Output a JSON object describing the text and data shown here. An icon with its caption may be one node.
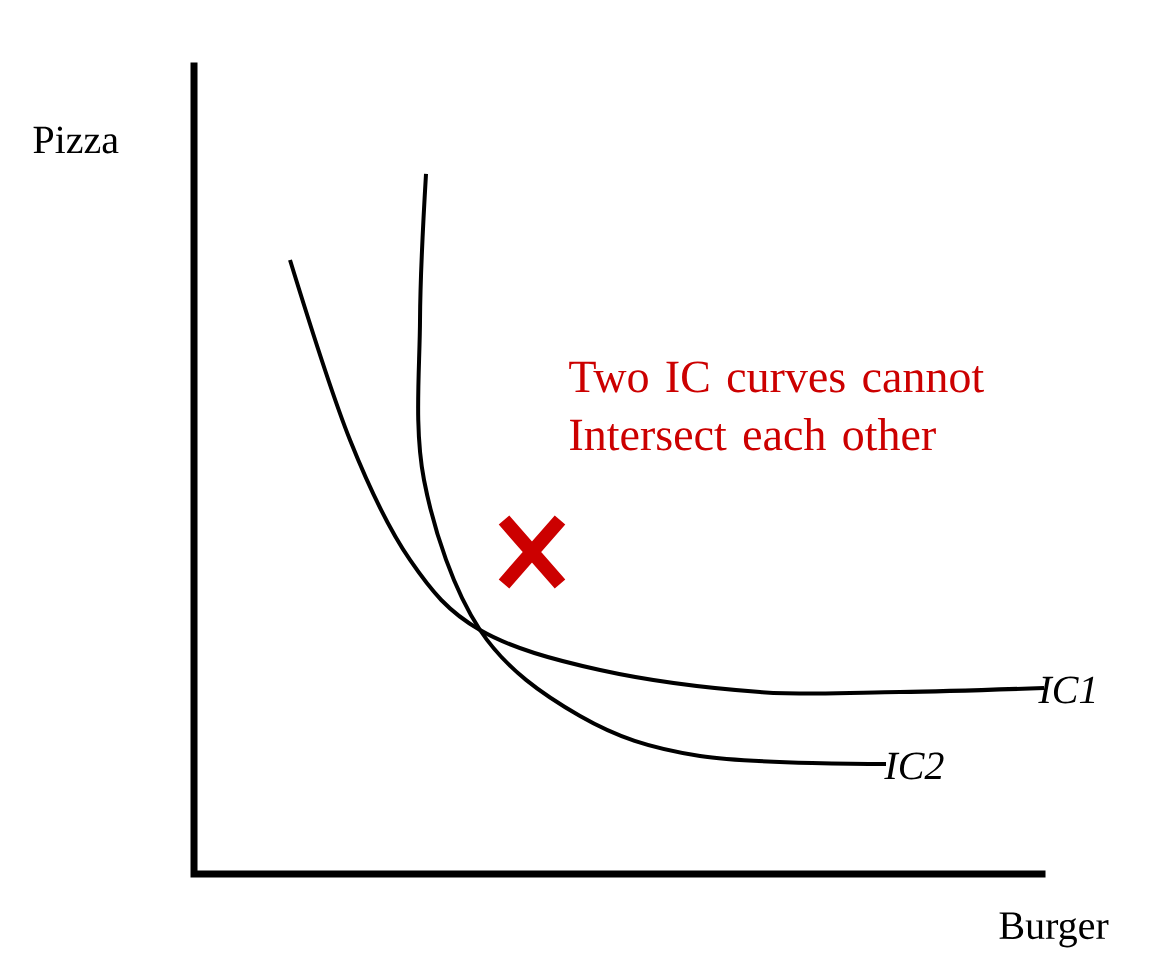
{
  "diagram": {
    "labels": [
      "Pizza",
      "Two IC curves cannot Intersect each other",
      "IC1",
      "IC2",
      "Burger"
    ]
  }
}
